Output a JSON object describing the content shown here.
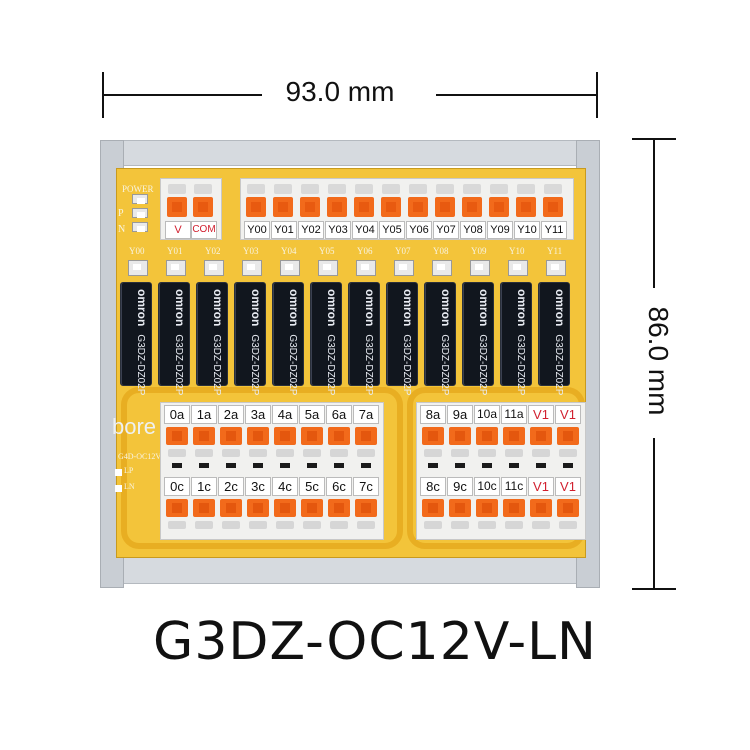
{
  "dimensions": {
    "width_label": "93.0 mm",
    "height_label": "86.0 mm"
  },
  "product": {
    "model": "G3DZ-OC12V-LN"
  },
  "board": {
    "power_labels": [
      "POWER",
      "P",
      "N"
    ],
    "silk_brand": "bore",
    "silk_model": "G4D-OC12V",
    "silk_lp": "LP",
    "silk_ln": "LN",
    "led_labels": [
      "Y00",
      "Y01",
      "Y02",
      "Y03",
      "Y04",
      "Y05",
      "Y06",
      "Y07",
      "Y08",
      "Y09",
      "Y10",
      "Y11"
    ]
  },
  "top_terminals": {
    "power": [
      "V",
      "COM"
    ],
    "outputs": [
      "Y00",
      "Y01",
      "Y02",
      "Y03",
      "Y04",
      "Y05",
      "Y06",
      "Y07",
      "Y08",
      "Y09",
      "Y10",
      "Y11"
    ]
  },
  "relays": {
    "count": 12,
    "brand": "omron",
    "part": "G3DZ-DZ02P"
  },
  "bottom_terminals": {
    "left_top": [
      "0a",
      "1a",
      "2a",
      "3a",
      "4a",
      "5a",
      "6a",
      "7a"
    ],
    "left_bottom": [
      "0c",
      "1c",
      "2c",
      "3c",
      "4c",
      "5c",
      "6c",
      "7c"
    ],
    "right_top": [
      "8a",
      "9a",
      "10a",
      "11a",
      "V1",
      "V1"
    ],
    "right_bottom": [
      "8c",
      "9c",
      "10c",
      "11c",
      "V1",
      "V1"
    ]
  },
  "colors": {
    "pcb": "#f3c43a",
    "lever": "#f26a1b",
    "relay": "#11161e",
    "v1_label": "#d11f2e"
  }
}
